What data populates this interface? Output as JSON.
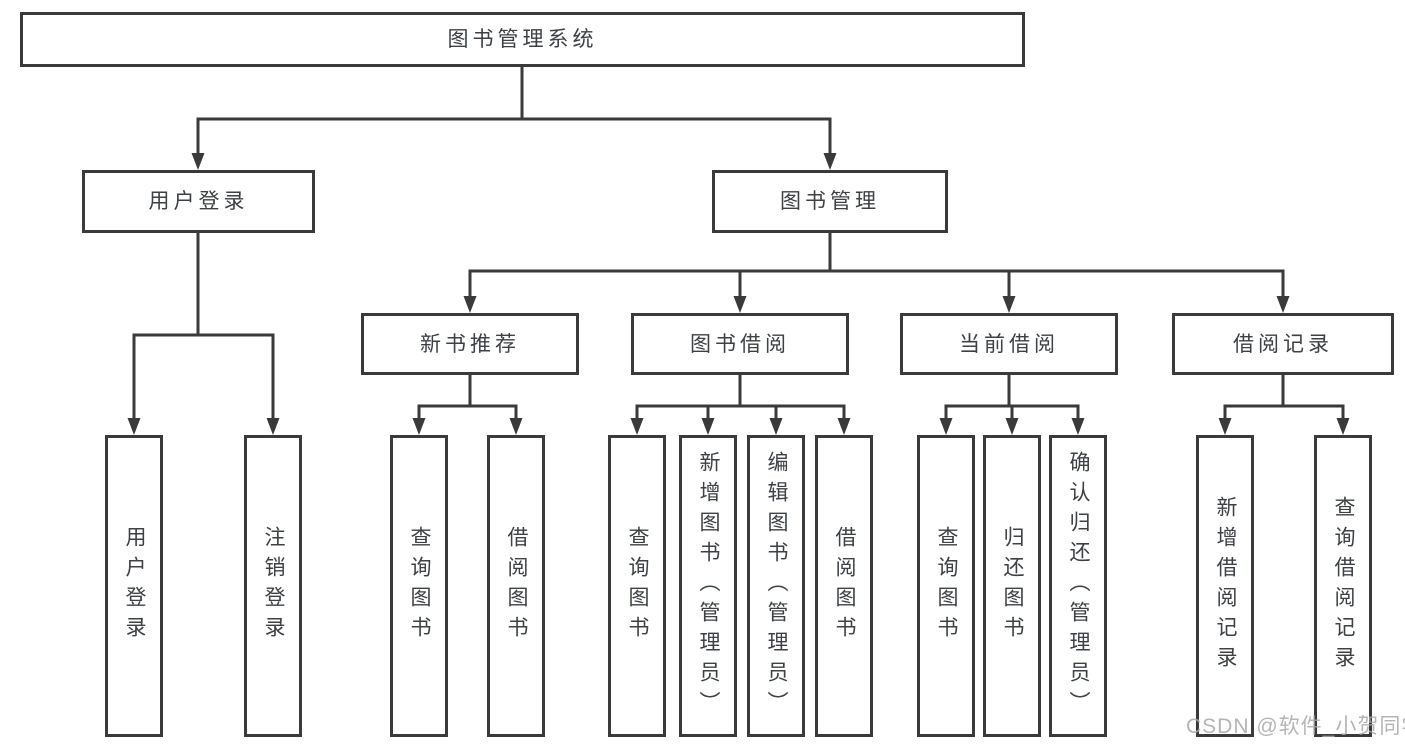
{
  "diagram": {
    "title": "图书管理系统",
    "nodes": {
      "root": "图书管理系统",
      "user_login": "用户登录",
      "book_mgmt": "图书管理",
      "new_book_rec": "新书推荐",
      "book_borrow": "图书借阅",
      "current_borrow": "当前借阅",
      "borrow_record": "借阅记录",
      "ul_user_login": "用户登录",
      "ul_logout": "注销登录",
      "nb_query_book": "查询图书",
      "nb_borrow_book": "借阅图书",
      "bb_query_book": "查询图书",
      "bb_add_book": "新增图书（管理员）",
      "bb_edit_book": "编辑图书（管理员）",
      "bb_borrow_book": "借阅图书",
      "cb_query_book": "查询图书",
      "cb_return_book": "归还图书",
      "cb_confirm_return": "确认归还（管理员）",
      "br_add_record": "新增借阅记录",
      "br_query_record": "查询借阅记录"
    },
    "hierarchy": {
      "root": [
        "user_login",
        "book_mgmt"
      ],
      "user_login": [
        "ul_user_login",
        "ul_logout"
      ],
      "book_mgmt": [
        "new_book_rec",
        "book_borrow",
        "current_borrow",
        "borrow_record"
      ],
      "new_book_rec": [
        "nb_query_book",
        "nb_borrow_book"
      ],
      "book_borrow": [
        "bb_query_book",
        "bb_add_book",
        "bb_edit_book",
        "bb_borrow_book"
      ],
      "current_borrow": [
        "cb_query_book",
        "cb_return_book",
        "cb_confirm_return"
      ],
      "borrow_record": [
        "br_add_record",
        "br_query_record"
      ]
    },
    "colors": {
      "line": "#3a3a3a",
      "box_border": "#3a3a3a",
      "text": "#3d4044",
      "background": "#ffffff",
      "watermark": "#a9a9a9"
    }
  },
  "watermark": {
    "text": "CSDN @软件_小贺同学"
  }
}
